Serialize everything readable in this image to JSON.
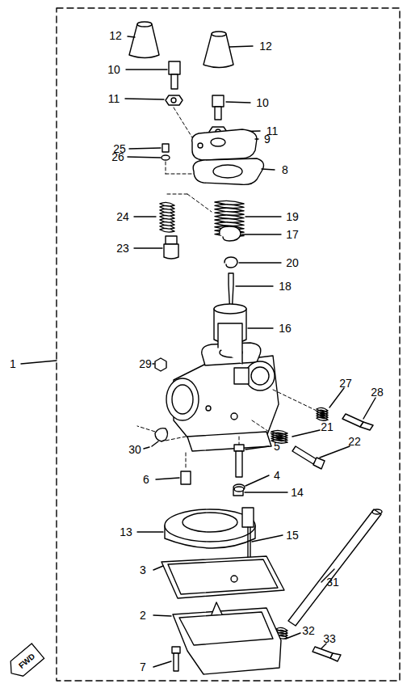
{
  "diagram": {
    "nodes": [
      {
        "text": [
          "FWD"
        ]
      }
    ],
    "labels": [
      "12",
      "12",
      "10",
      "10",
      "11",
      "11",
      "25",
      "9",
      "26",
      "8",
      "24",
      "19",
      "17",
      "23",
      "20",
      "18",
      "16",
      "1",
      "29",
      "27",
      "28",
      "21",
      "22",
      "30",
      "5",
      "6",
      "4",
      "14",
      "13",
      "15",
      "3",
      "31",
      "2",
      "32",
      "33",
      "7"
    ]
  }
}
